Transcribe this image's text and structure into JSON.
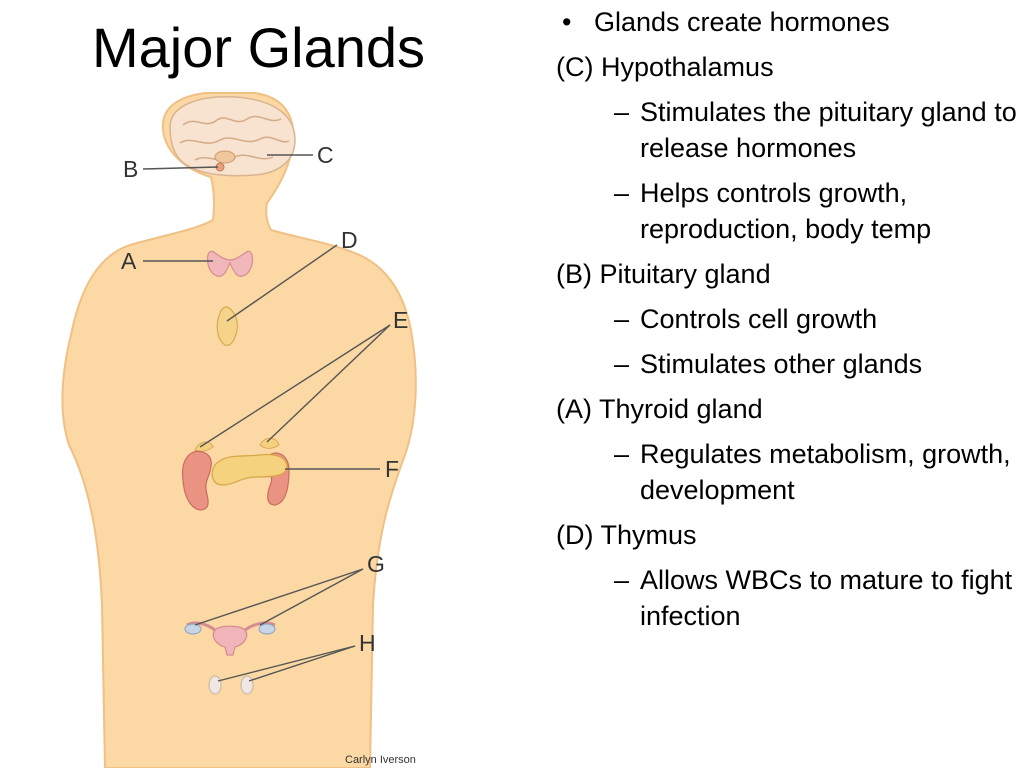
{
  "title": "Major Glands",
  "diagram": {
    "labels": {
      "A": "A",
      "B": "B",
      "C": "C",
      "D": "D",
      "E": "E",
      "F": "F",
      "G": "G",
      "H": "H"
    },
    "credit": "Carlyn Iverson",
    "colors": {
      "skin": "#fbd8a4",
      "skin_edge": "#f2c488",
      "brain": "#f6e1cc",
      "gland_pink": "#f1b4b8",
      "gland_yellow": "#f4d17f",
      "kidney": "#e98f7e"
    }
  },
  "notes": [
    {
      "kind": "bullet",
      "text": "Glands create hormones"
    },
    {
      "kind": "head",
      "text": "(C) Hypothalamus"
    },
    {
      "kind": "sub",
      "text": "Stimulates the pituitary gland to release hormones"
    },
    {
      "kind": "sub",
      "text": "Helps controls growth, reproduction, body temp"
    },
    {
      "kind": "head",
      "text": "(B) Pituitary gland"
    },
    {
      "kind": "sub",
      "text": "Controls cell growth"
    },
    {
      "kind": "sub",
      "text": "Stimulates other glands"
    },
    {
      "kind": "head",
      "text": "(A) Thyroid gland"
    },
    {
      "kind": "sub",
      "text": "Regulates metabolism, growth, development"
    },
    {
      "kind": "head",
      "text": "(D) Thymus"
    },
    {
      "kind": "sub",
      "text": "Allows WBCs to mature to fight infection"
    }
  ]
}
